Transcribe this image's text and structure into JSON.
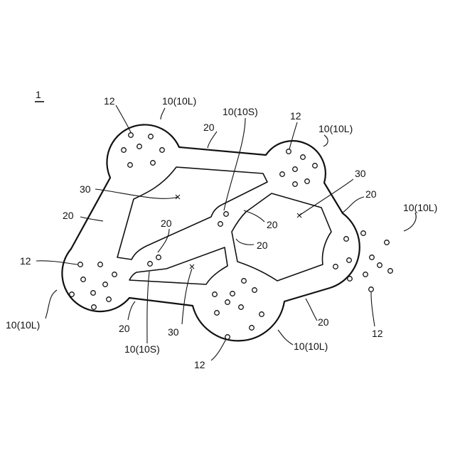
{
  "figure": {
    "number": "1",
    "labels": {
      "l12_a": "12",
      "l10L_a": "10(10L)",
      "l10S_a": "10(10S)",
      "l20_top": "20",
      "l12_b": "12",
      "l10L_b": "10(10L)",
      "l30_right": "30",
      "l20_right": "20",
      "l10L_c": "10(10L)",
      "l30_left": "30",
      "l20_left": "20",
      "l20_center": "20",
      "l20_mid_a": "20",
      "l20_mid_b": "20",
      "l12_c": "12",
      "l10L_d": "10(10L)",
      "l20_bottom_a": "20",
      "l10S_b": "10(10S)",
      "l30_bottom": "30",
      "l20_bottom_b": "20",
      "l10L_e": "10(10L)",
      "l12_d": "12",
      "l12_e": "12"
    }
  }
}
